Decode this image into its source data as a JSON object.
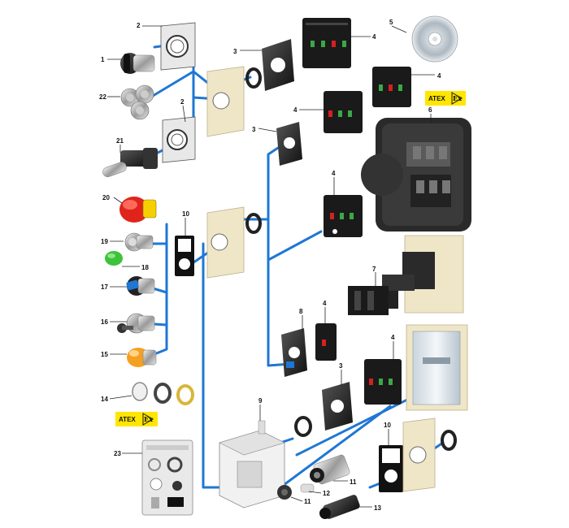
{
  "labels": {
    "n1": "1",
    "n2a": "2",
    "n2b": "2",
    "n3a": "3",
    "n3b": "3",
    "n3c": "3",
    "n4a": "4",
    "n4b": "4",
    "n4c": "4",
    "n4d": "4",
    "n4e": "4",
    "n4f": "4",
    "n5": "5",
    "n6": "6",
    "n7": "7",
    "n8": "8",
    "n9": "9",
    "n10a": "10",
    "n10b": "10",
    "n11a": "11",
    "n11b": "11",
    "n12": "12",
    "n13": "13",
    "n14": "14",
    "n15": "15",
    "n16": "16",
    "n17": "17",
    "n18": "18",
    "n19": "19",
    "n20": "20",
    "n21": "21",
    "n22": "22",
    "n23": "23"
  },
  "badges": {
    "atex_top": {
      "atex": "ATEX",
      "ex": "Ex"
    },
    "atex_left": {
      "atex": "ATEX",
      "ex": "Ex"
    }
  },
  "colors": {
    "connector_blue": "#1f77d4",
    "badge_yellow": "#ffe600",
    "emergency_red": "#e0241c",
    "lens_green": "#3ec23a",
    "lens_orange": "#f5a020",
    "contact_green": "#3aa845",
    "contact_red": "#d62020",
    "plate_beige": "#efe6c8",
    "body_black": "#222222"
  }
}
